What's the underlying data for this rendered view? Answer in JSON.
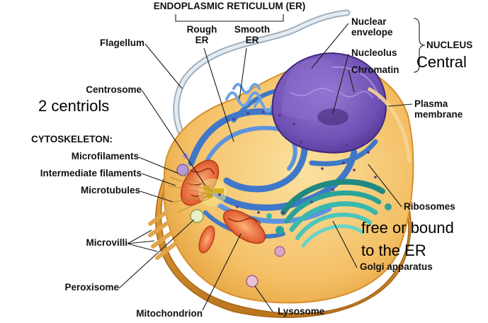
{
  "labels": {
    "er_header": "ENDOPLASMIC RETICULUM (ER)",
    "rough_er": "Rough\nER",
    "smooth_er": "Smooth\nER",
    "flagellum": "Flagellum",
    "centrosome": "Centrosome",
    "cytoskeleton": "CYTOSKELETON:",
    "microfilaments": "Microfilaments",
    "intermediate_filaments": "Intermediate filaments",
    "microtubules": "Microtubules",
    "microvilli": "Microvilli",
    "peroxisome": "Peroxisome",
    "mitochondrion": "Mitochondrion",
    "lysosome": "Lysosome",
    "golgi_apparatus": "Golgi apparatus",
    "ribosomes": "Ribosomes",
    "plasma_membrane": "Plasma\nmembrane",
    "nuclear_envelope": "Nuclear\nenvelope",
    "nucleolus": "Nucleolus",
    "chromatin": "Chromatin",
    "nucleus": "NUCLEUS"
  },
  "annotations": {
    "nucleus_note": "Central",
    "centrosome_note": "2 centriols",
    "ribosomes_note": "free or bound\nto the ER"
  },
  "colors": {
    "cytoplasm": "#f4c067",
    "membrane": "#e6a13a",
    "er": "#3f78c8",
    "nucleus": "#6e4fb3",
    "golgi": "#2aa39a",
    "mitochondrion": "#e45b2a",
    "flagellum": "#c9d3dc",
    "leader": "#1a1a1a"
  }
}
